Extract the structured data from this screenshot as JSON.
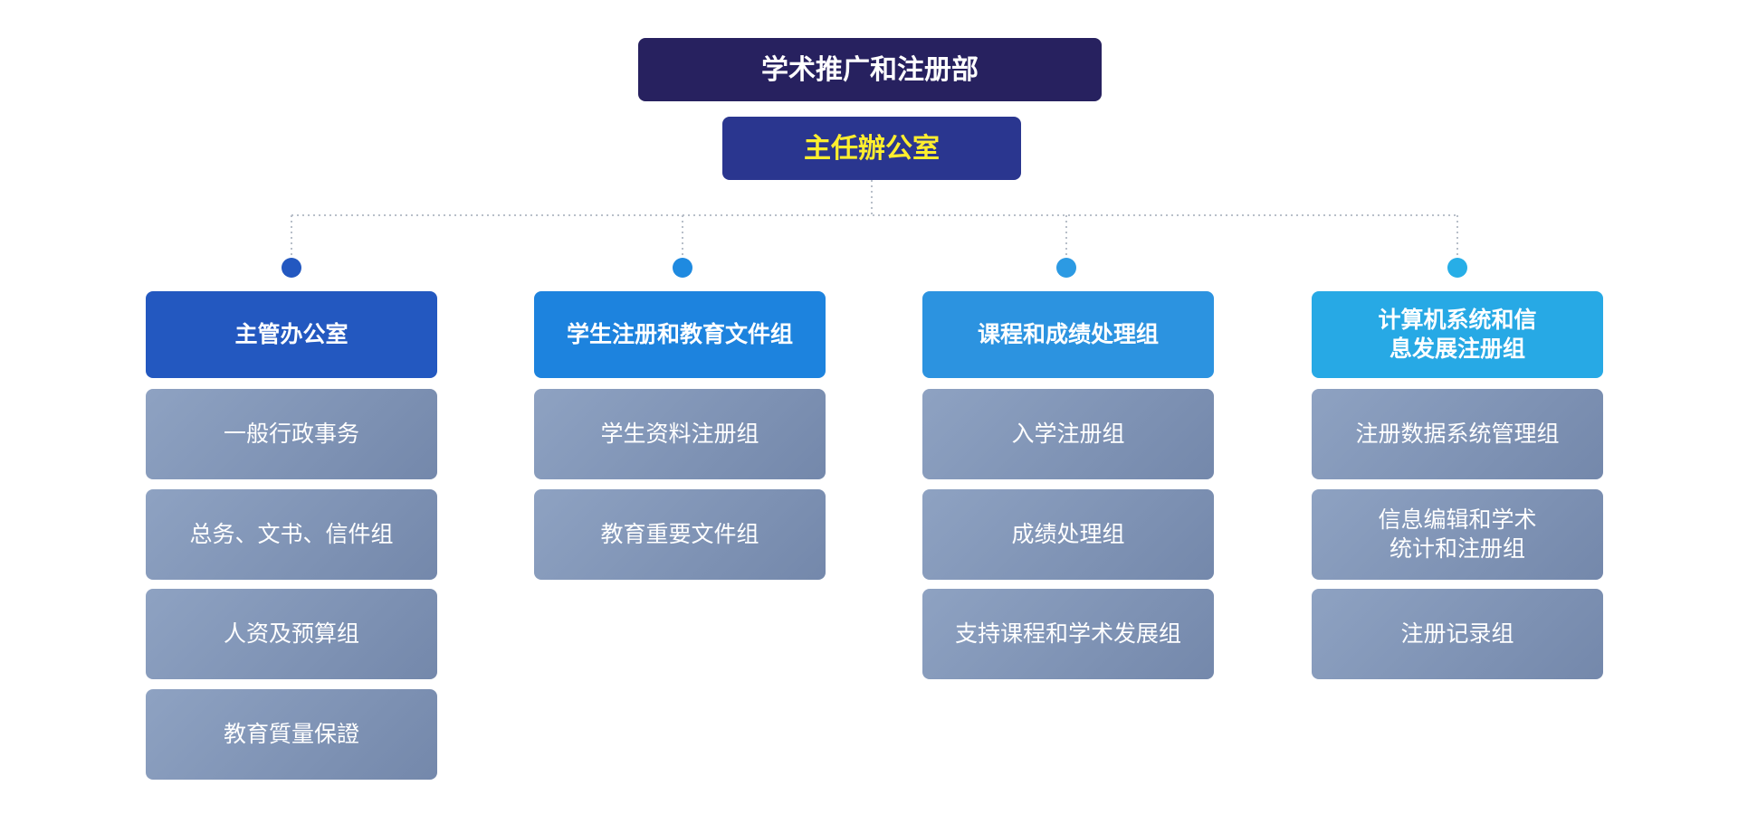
{
  "root": {
    "label": "学术推广和注册部"
  },
  "director": {
    "label": "主任辦公室"
  },
  "departments": [
    {
      "label": "主管办公室",
      "units": [
        "一般行政事务",
        "总务、文书、信件组",
        "人资及预算组",
        "教育質量保證"
      ]
    },
    {
      "label": "学生注册和教育文件组",
      "units": [
        "学生资料注册组",
        "教育重要文件组"
      ]
    },
    {
      "label": "课程和成绩处理组",
      "units": [
        "入学注册组",
        "成绩处理组",
        "支持课程和学术发展组"
      ]
    },
    {
      "label": "计算机系统和信\n息发展注册组",
      "units": [
        "注册数据系统管理组",
        "信息编辑和学术\n统计和注册组",
        "注册记录组"
      ]
    }
  ],
  "colors": {
    "root": "#27215f",
    "director": "#2a368f",
    "director_text": "#ffee2e",
    "dept_0": "#2358c0",
    "dept_1": "#1d83de",
    "dept_2": "#2c93e0",
    "dept_3": "#27a9e5",
    "unit_start": "#8ea2c2",
    "unit_end": "#7488ab",
    "connector": "#b8bfc9",
    "dot_0": "#2358c0",
    "dot_1": "#1f8ae0",
    "dot_2": "#2c9ae3",
    "dot_3": "#27aee7"
  }
}
